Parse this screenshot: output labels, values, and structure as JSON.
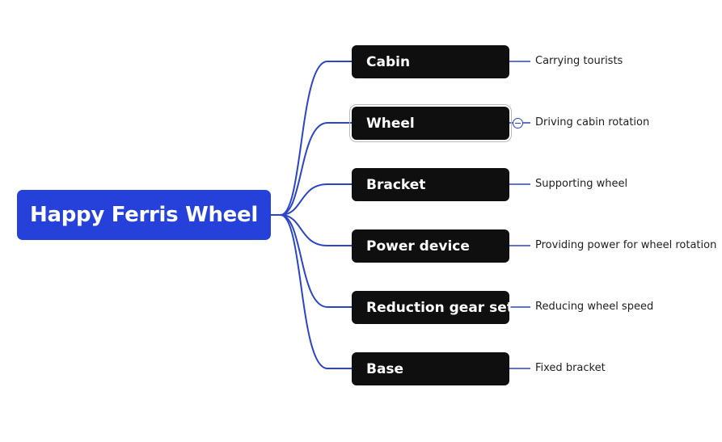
{
  "colors": {
    "root_fill": "#2541d9",
    "branch_fill": "#0f0f0f",
    "connector": "#2b44c8"
  },
  "root": {
    "label": "Happy Ferris Wheel"
  },
  "branches": [
    {
      "label": "Cabin",
      "detail": "Carrying tourists",
      "selected": false
    },
    {
      "label": "Wheel",
      "detail": "Driving cabin rotation",
      "selected": true
    },
    {
      "label": "Bracket",
      "detail": "Supporting wheel",
      "selected": false
    },
    {
      "label": "Power device",
      "detail": "Providing power for wheel rotation",
      "selected": false
    },
    {
      "label": "Reduction gear set",
      "detail": "Reducing wheel speed",
      "selected": false
    },
    {
      "label": "Base",
      "detail": "Fixed bracket",
      "selected": false
    }
  ]
}
